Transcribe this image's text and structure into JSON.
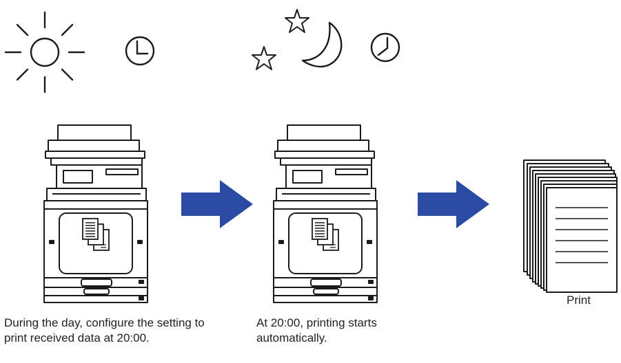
{
  "steps": [
    {
      "time_of_day": "day",
      "icons": [
        "sun-icon",
        "clock-icon"
      ],
      "device": "printer-icon",
      "caption": "During the day, configure the setting to print received data at 20:00."
    },
    {
      "time_of_day": "night",
      "icons": [
        "star-icon",
        "star-icon",
        "moon-icon",
        "clock-icon"
      ],
      "device": "printer-icon",
      "caption": "At 20:00, printing starts automatically."
    },
    {
      "output": "paper-stack-icon",
      "caption": "Print"
    }
  ],
  "colors": {
    "arrow": "#2b4aa3",
    "line": "#1a1a1a"
  }
}
